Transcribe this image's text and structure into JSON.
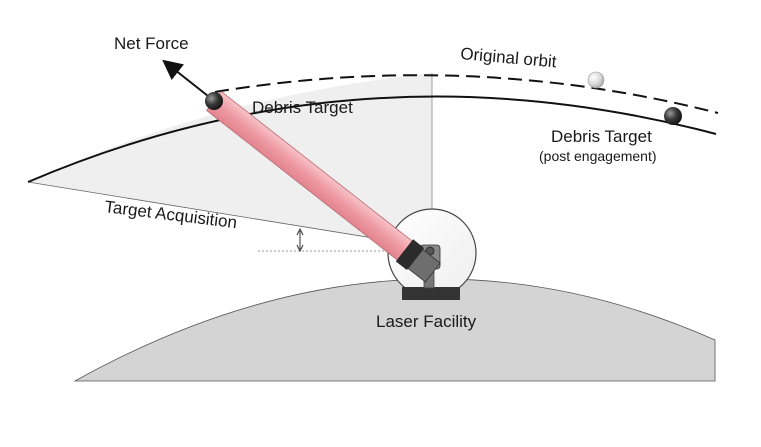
{
  "labels": {
    "net_force": "Net Force",
    "original_orbit": "Original orbit",
    "debris_target": "Debris Target",
    "debris_target_post": "Debris Target",
    "post_engagement": "(post engagement)",
    "target_acquisition": "Target Acquisition",
    "laser_facility": "Laser Facility"
  },
  "colors": {
    "earth_fill": "#d4d4d4",
    "acquisition_zone": "#efefef",
    "laser_beam": "#f0a0a8",
    "orbit_line": "#111111",
    "debris": "#2b2b2b",
    "debris_original": "#d8d8d8"
  }
}
